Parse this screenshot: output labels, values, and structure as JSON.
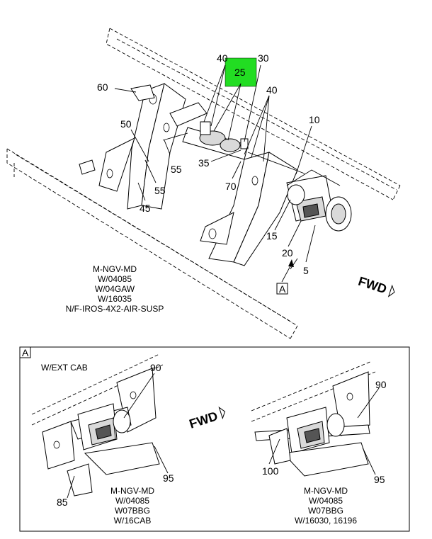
{
  "main_view": {
    "callouts": {
      "c40a": "40",
      "c30": "30",
      "c25": "25",
      "c60": "60",
      "c40b": "40",
      "c10": "10",
      "c50": "50",
      "c55a": "55",
      "c35": "35",
      "c70": "70",
      "c55b": "55",
      "c45": "45",
      "c15": "15",
      "c20": "20",
      "c5": "5"
    },
    "highlight_color": "#22dd22",
    "note_lines": [
      "M-NGV-MD",
      "W/04085",
      "W/04GAW",
      "W/16035",
      "N/F-IROS-4X2-AIR-SUSP"
    ],
    "view_ref": "A",
    "fwd_label": "FWD"
  },
  "detail_view": {
    "label": "A",
    "left": {
      "title": "W/EXT CAB",
      "callouts": {
        "c90": "90",
        "c95": "95",
        "c85": "85"
      },
      "note_lines": [
        "M-NGV-MD",
        "W/04085",
        "W07BBG",
        "W/16CAB"
      ]
    },
    "fwd_label": "FWD",
    "right": {
      "callouts": {
        "c90": "90",
        "c95": "95",
        "c100": "100"
      },
      "note_lines": [
        "M-NGV-MD",
        "W/04085",
        "W07BBG",
        "W/16030, 16196"
      ]
    }
  }
}
